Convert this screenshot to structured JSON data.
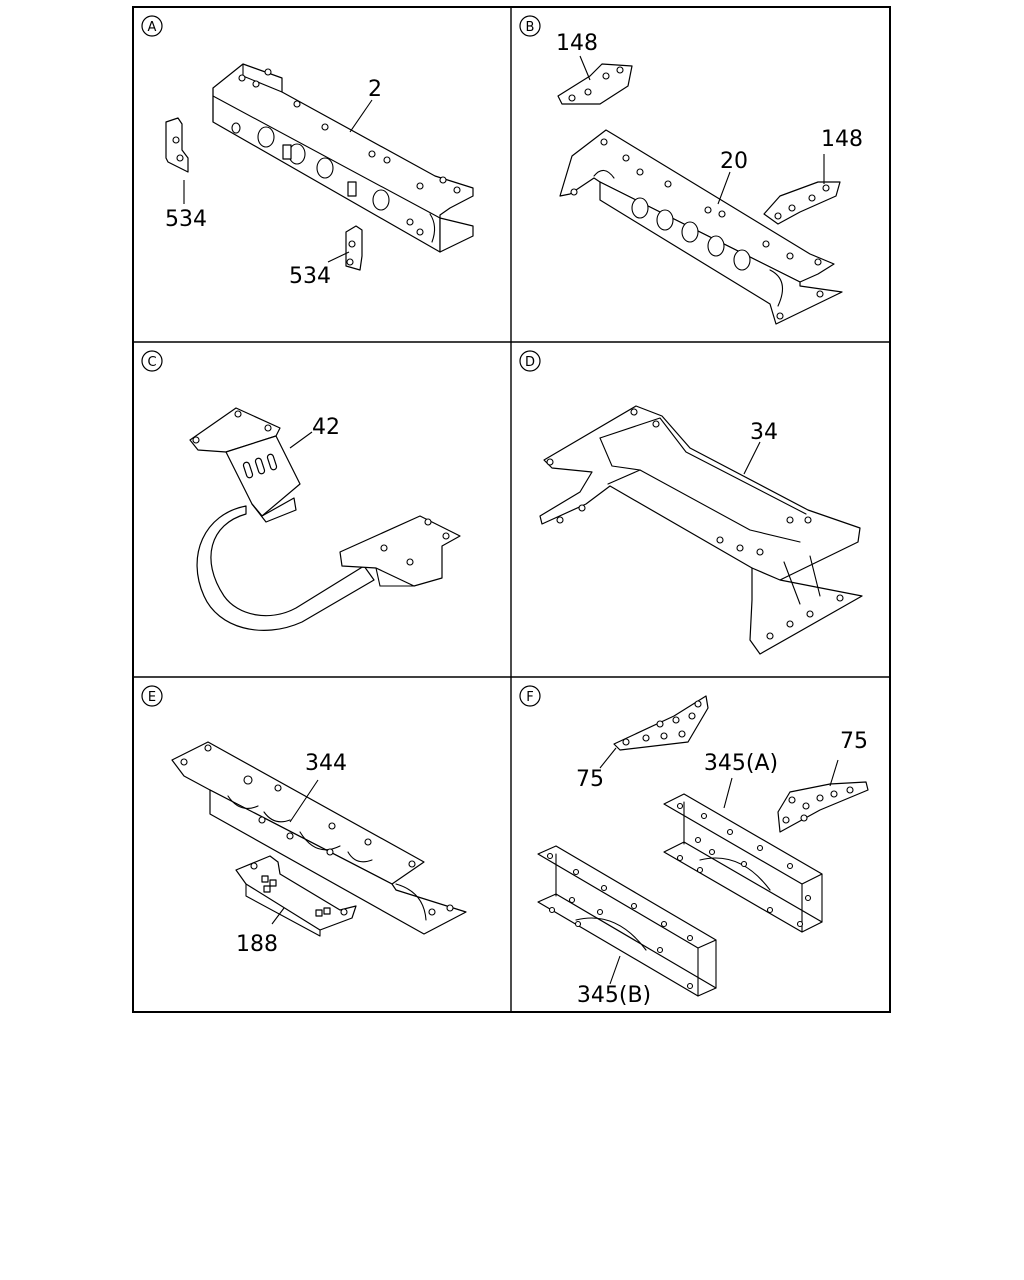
{
  "panels": [
    {
      "letter": "A",
      "callouts": [
        "2",
        "534",
        "534"
      ]
    },
    {
      "letter": "B",
      "callouts": [
        "148",
        "20",
        "148"
      ]
    },
    {
      "letter": "C",
      "callouts": [
        "42"
      ]
    },
    {
      "letter": "D",
      "callouts": [
        "34"
      ]
    },
    {
      "letter": "E",
      "callouts": [
        "344",
        "188"
      ]
    },
    {
      "letter": "F",
      "callouts": [
        "75",
        "345(A)",
        "75",
        "345(B)"
      ]
    }
  ],
  "colors": {
    "line": "#000000",
    "background": "#ffffff"
  }
}
